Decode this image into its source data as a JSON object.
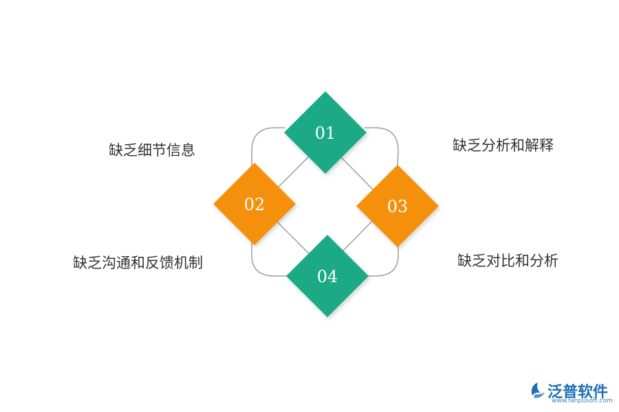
{
  "diagram": {
    "items": [
      {
        "number": "01",
        "label": "缺乏分析和解释",
        "color": "#1aaa86"
      },
      {
        "number": "02",
        "label": "缺乏细节信息",
        "color": "#f5900a"
      },
      {
        "number": "03",
        "label": "缺乏对比和分析",
        "color": "#f5900a"
      },
      {
        "number": "04",
        "label": "缺乏沟通和反馈机制",
        "color": "#1aaa86"
      }
    ],
    "connector_color": "#9e9e9e"
  },
  "logo": {
    "name": "泛普软件",
    "url": "www.fanpusoft.com",
    "color": "#1f6fb3"
  }
}
